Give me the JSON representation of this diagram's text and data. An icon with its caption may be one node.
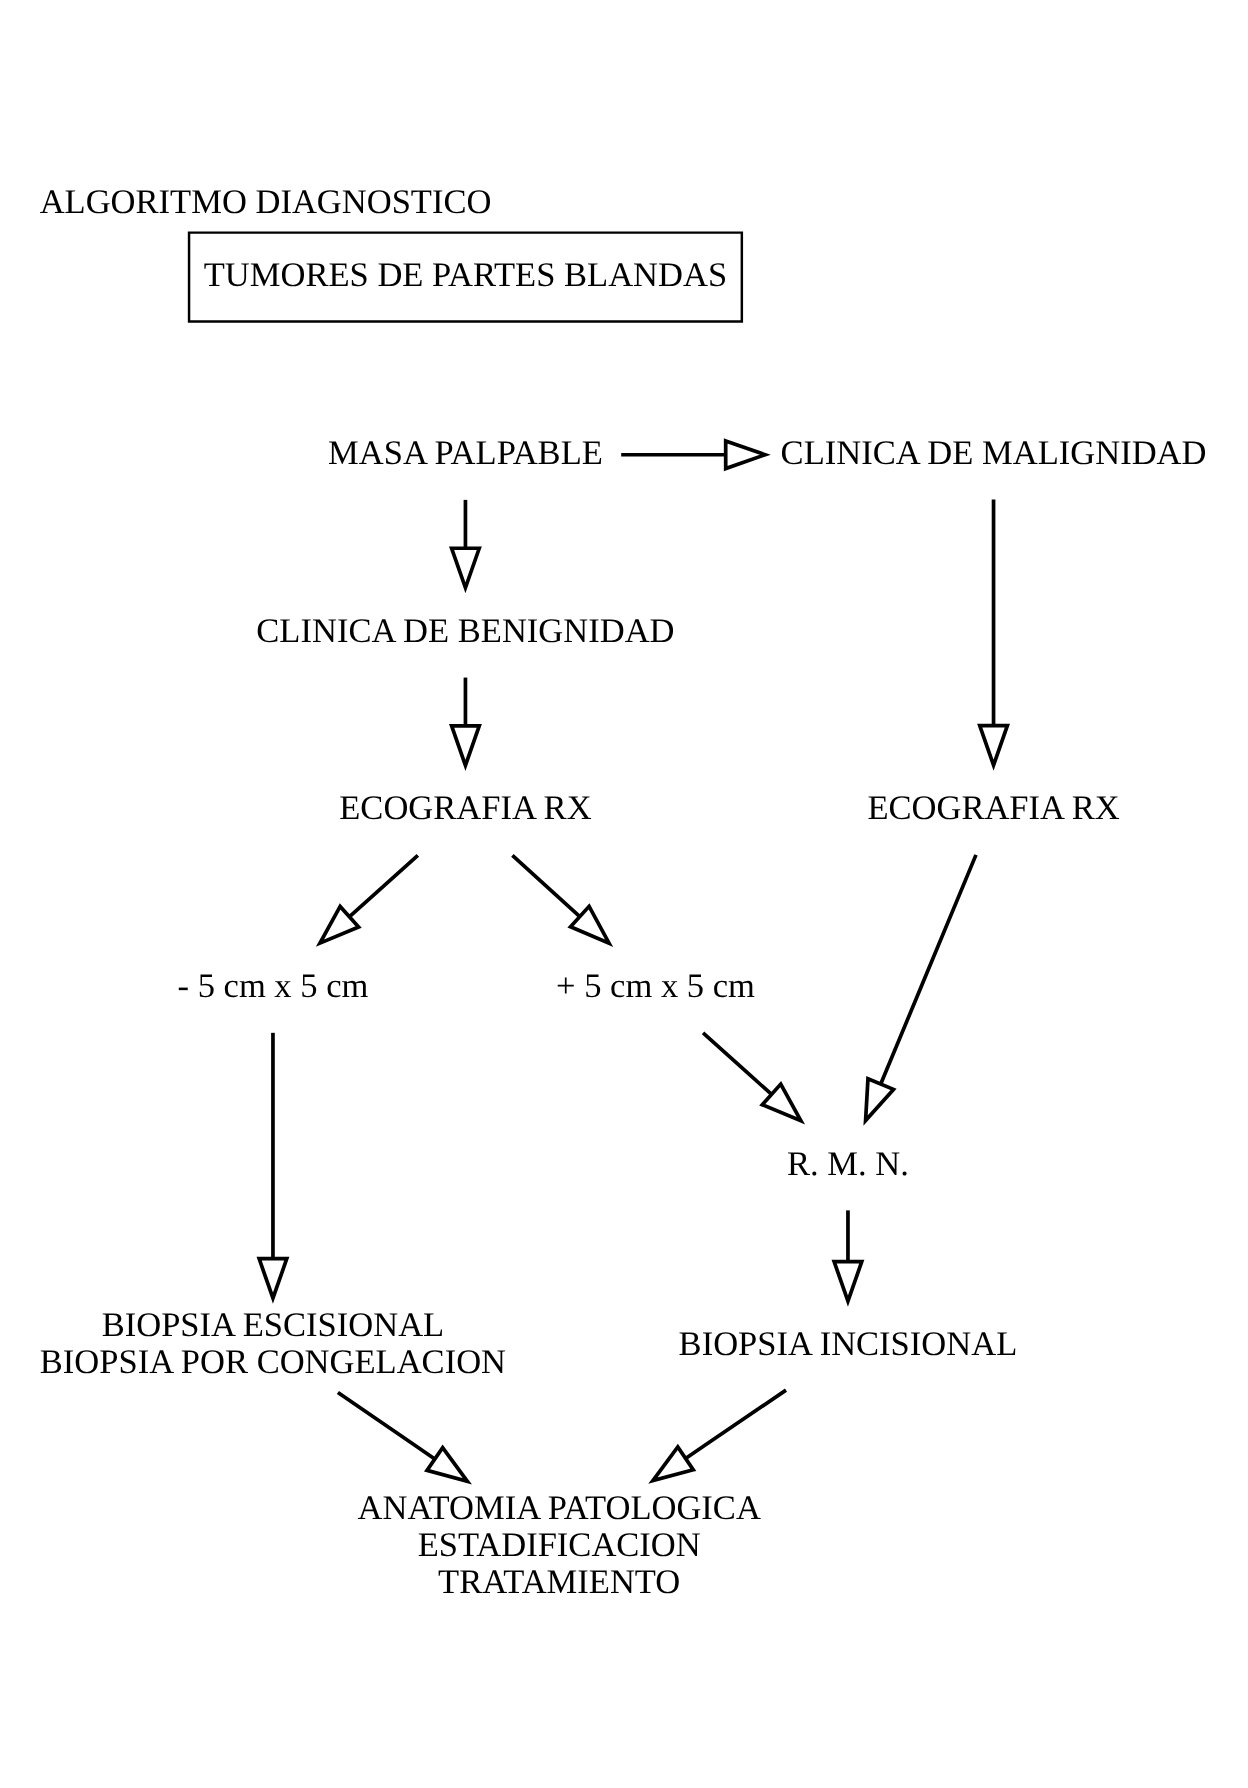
{
  "diagram": {
    "title": "ALGORITMO DIAGNOSTICO",
    "nodes": [
      {
        "text": [
          "TUMORES DE PARTES BLANDAS"
        ]
      },
      {
        "text": [
          "MASA PALPABLE"
        ]
      },
      {
        "text": [
          "CLINICA DE MALIGNIDAD"
        ]
      },
      {
        "text": [
          "CLINICA DE BENIGNIDAD"
        ]
      },
      {
        "text": [
          "ECOGRAFIA RX"
        ]
      },
      {
        "text": [
          "ECOGRAFIA RX"
        ]
      },
      {
        "text": [
          "- 5 cm x 5 cm"
        ]
      },
      {
        "text": [
          "+ 5 cm x 5 cm"
        ]
      },
      {
        "text": [
          "R. M. N."
        ]
      },
      {
        "text": [
          "BIOPSIA ESCISIONAL",
          "BIOPSIA POR CONGELACION"
        ]
      },
      {
        "text": [
          "BIOPSIA INCISIONAL"
        ]
      },
      {
        "text": [
          "ANATOMIA PATOLOGICA",
          "ESTADIFICACION",
          "TRATAMIENTO"
        ]
      }
    ],
    "edges": [
      {
        "from": 1,
        "to": 2,
        "arrow": "to"
      },
      {
        "from": 1,
        "to": 3,
        "arrow": "to"
      },
      {
        "from": 3,
        "to": 4,
        "arrow": "to"
      },
      {
        "from": 2,
        "to": 5,
        "arrow": "to"
      },
      {
        "from": 4,
        "to": 6,
        "arrow": "to"
      },
      {
        "from": 4,
        "to": 7,
        "arrow": "to"
      },
      {
        "from": 7,
        "to": 8,
        "arrow": "to"
      },
      {
        "from": 5,
        "to": 8,
        "arrow": "to"
      },
      {
        "from": 6,
        "to": 9,
        "arrow": "to"
      },
      {
        "from": 8,
        "to": 10,
        "arrow": "to"
      },
      {
        "from": 9,
        "to": 11,
        "arrow": "to"
      },
      {
        "from": 10,
        "to": 11,
        "arrow": "to"
      }
    ]
  }
}
